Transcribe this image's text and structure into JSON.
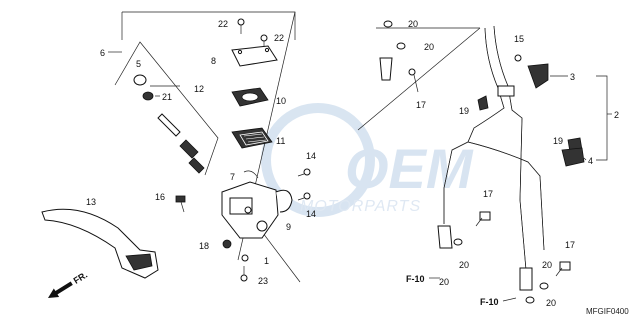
{
  "watermark": {
    "logo_text": "OEM",
    "sub_text": "MOTORPARTS"
  },
  "diagram_code": "MFGIF0400",
  "direction_marker": "FR.",
  "refs": {
    "f10_upper": "F-10",
    "f10_lower": "F-10"
  },
  "callouts": {
    "c1": "1",
    "c2": "2",
    "c3": "3",
    "c4": "4",
    "c5": "5",
    "c6": "6",
    "c7": "7",
    "c8": "8",
    "c9": "9",
    "c10": "10",
    "c11": "11",
    "c12": "12",
    "c13": "13",
    "c14a": "14",
    "c14b": "14",
    "c15": "15",
    "c16": "16",
    "c17a": "17",
    "c17b": "17",
    "c17c": "17",
    "c18": "18",
    "c19a": "19",
    "c19b": "19",
    "c20a": "20",
    "c20b": "20",
    "c20c": "20",
    "c20d": "20",
    "c20e": "20",
    "c20f": "20",
    "c21": "21",
    "c22a": "22",
    "c22b": "22",
    "c23": "23"
  },
  "colors": {
    "line": "#222222",
    "watermark": "#b9cfe6",
    "background": "#ffffff"
  }
}
